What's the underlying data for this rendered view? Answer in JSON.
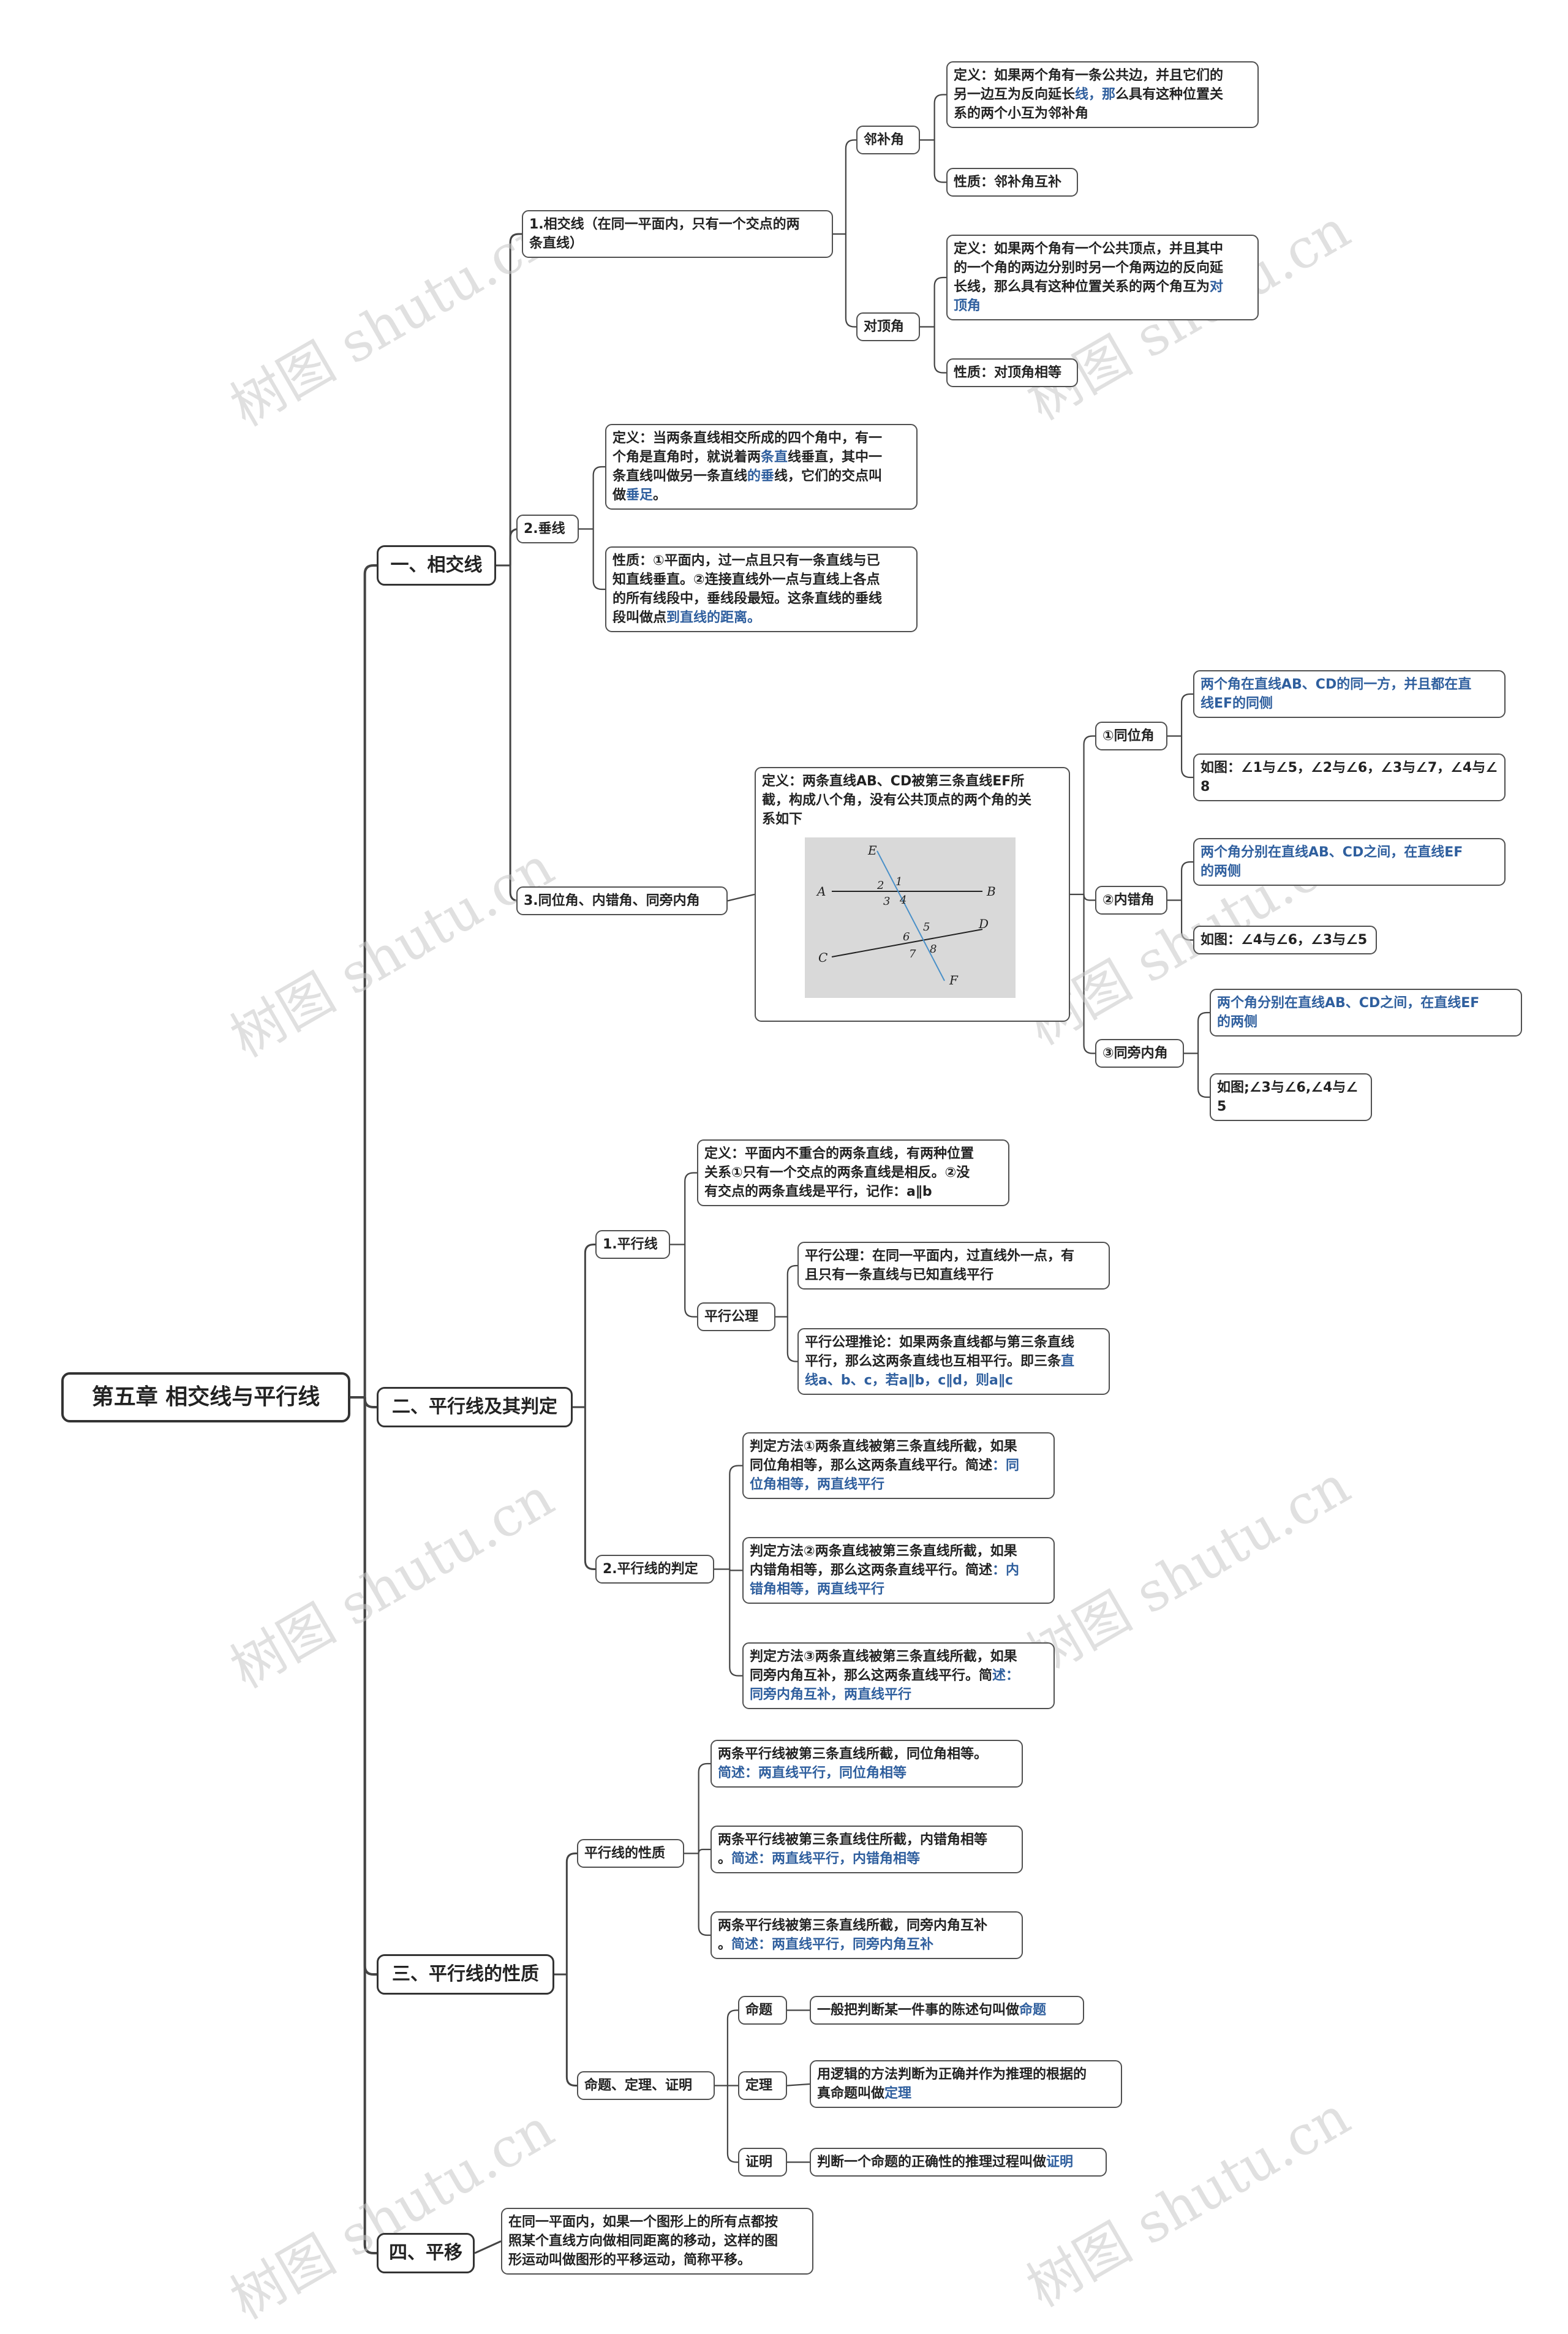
{
  "watermark": "树图 shutu.cn",
  "colors": {
    "line": "#444444",
    "accent_text": "#2f5f9e",
    "figure_bg": "#d9d9d9",
    "figure_line": "#4a90c8"
  },
  "nodes": {
    "root": [
      "第五章 相交线与平行线"
    ],
    "s1": [
      "一、相交线"
    ],
    "s2": [
      "二、平行线及其判定"
    ],
    "s3": [
      "三、平行线的性质"
    ],
    "s4": [
      "四、平移"
    ],
    "xjx": [
      "1.相交线（在同一平面内，只有一个交点的两",
      "条直线）"
    ],
    "lbj": [
      "邻补角"
    ],
    "lbj_def": [
      "定义：如果两个角有一条公共边，并且它们的",
      "另一边互为反向延长线，那么具有这种位置关",
      "系的两个小互为邻补角"
    ],
    "lbj_prop": [
      "性质：邻补角互补"
    ],
    "ddj": [
      "对顶角"
    ],
    "ddj_def": [
      "定义：如果两个角有一个公共顶点，并且其中",
      "的一个角的两边分别时另一个角两边的反向延",
      "长线，那么具有这种位置关系的两个角互为对",
      "顶角"
    ],
    "ddj_prop": [
      "性质：对顶角相等"
    ],
    "cx": [
      "2.垂线"
    ],
    "cx_def": [
      "定义：当两条直线相交所成的四个角中，有一",
      "个角是直角时，就说着两条直线垂直，其中一",
      "条直线叫做另一条直线的垂线，它们的交点叫",
      "做垂足。"
    ],
    "cx_prop": [
      "性质：①平面内，过一点且只有一条直线与已",
      "知直线垂直。②连接直线外一点与直线上各点",
      "的所有线段中，垂线段最短。这条直线的垂线",
      "段叫做点到直线的距离。"
    ],
    "angles": [
      "3.同位角、内错角、同旁内角"
    ],
    "angles_def": [
      "定义：两条直线AB、CD被第三条直线EF所",
      "截，构成八个角，没有公共顶点的两个角的关",
      "系如下"
    ],
    "twj": [
      "①同位角"
    ],
    "twj_def": [
      "两个角在直线AB、CD的同一方，并且都在直",
      "线EF的同侧"
    ],
    "twj_eg": [
      "如图：∠1与∠5，∠2与∠6，∠3与∠7，∠4与∠",
      "8"
    ],
    "ncj": [
      "②内错角"
    ],
    "ncj_def": [
      "两个角分别在直线AB、CD之间，在直线EF",
      "的两侧"
    ],
    "ncj_eg": [
      "如图：∠4与∠6，∠3与∠5"
    ],
    "tpnj": [
      "③同旁内角"
    ],
    "tpnj_def": [
      "两个角分别在直线AB、CD之间，在直线EF",
      "的两侧"
    ],
    "tpnj_eg": [
      "如图;∠3与∠6,∠4与∠5"
    ],
    "pxx": [
      "1.平行线"
    ],
    "pxx_def": [
      "定义：平面内不重合的两条直线，有两种位置",
      "关系①只有一个交点的两条直线是相反。②没",
      "有交点的两条直线是平行，记作：a∥b"
    ],
    "pxgl": [
      "平行公理"
    ],
    "pxgl_1": [
      "平行公理：在同一平面内，过直线外一点，有",
      "且只有一条直线与已知直线平行"
    ],
    "pxgl_2": [
      "平行公理推论：如果两条直线都与第三条直线",
      "平行，那么这两条直线也互相平行。即三条直",
      "线a、b、c，若a∥b，c∥d，则a∥c"
    ],
    "pd": [
      "2.平行线的判定"
    ],
    "pd_1": [
      "判定方法①两条直线被第三条直线所截，如果",
      "同位角相等，那么这两条直线平行。简述：同",
      "位角相等，两直线平行"
    ],
    "pd_2": [
      "判定方法②两条直线被第三条直线所截，如果",
      "内错角相等，那么这两条直线平行。简述：内",
      "错角相等，两直线平行"
    ],
    "pd_3": [
      "判定方法③两条直线被第三条直线所截，如果",
      "同旁内角互补，那么这两条直线平行。简述：",
      "同旁内角互补，两直线平行"
    ],
    "xz": [
      "平行线的性质"
    ],
    "xz_1": [
      "两条平行线被第三条直线所截，同位角相等。",
      "简述：两直线平行，同位角相等"
    ],
    "xz_2": [
      "两条平行线被第三条直线住所截，内错角相等",
      "。简述：两直线平行，内错角相等"
    ],
    "xz_3": [
      "两条平行线被第三条直线所截，同旁内角互补",
      "。简述：两直线平行，同旁内角互补"
    ],
    "mt": [
      "命题、定理、证明"
    ],
    "mt_a": [
      "命题"
    ],
    "mt_a_d": [
      "一般把判断某一件事的陈述句叫做命题"
    ],
    "mt_b": [
      "定理"
    ],
    "mt_b_d": [
      "用逻辑的方法判断为正确并作为推理的根据的",
      "真命题叫做定理"
    ],
    "mt_c": [
      "证明"
    ],
    "mt_c_d": [
      "判断一个命题的正确性的推理过程叫做证明"
    ],
    "py_d": [
      "在同一平面内，如果一个图形上的所有点都按",
      "照某个直线方向做相同距离的移动，这样的图",
      "形运动叫做图形的平移运动，简称平移。"
    ]
  },
  "highlights": {
    "lbj_def": [
      [
        2,
        9,
        12
      ]
    ],
    "lbj_prop": [
      [
        0,
        3,
        8
      ]
    ],
    "ddj_def": [
      [
        3,
        19,
        21
      ],
      [
        4,
        0,
        2
      ]
    ],
    "ddj_prop": [
      [
        0,
        3,
        8
      ]
    ],
    "cx_def": [
      [
        2,
        11,
        13
      ],
      [
        3,
        10,
        12
      ],
      [
        4,
        1,
        3
      ]
    ],
    "cx_prop": [
      [
        4,
        4,
        11
      ]
    ],
    "twj_def": [
      [
        1,
        0,
        21
      ],
      [
        2,
        0,
        6
      ]
    ],
    "ncj_def": [
      [
        1,
        0,
        21
      ],
      [
        2,
        0,
        3
      ]
    ],
    "tpnj_def": [
      [
        1,
        0,
        21
      ],
      [
        2,
        0,
        3
      ]
    ],
    "pxgl_2": [
      [
        2,
        19,
        22
      ],
      [
        3,
        0,
        24
      ]
    ],
    "pd_1": [
      [
        2,
        18,
        22
      ],
      [
        3,
        0,
        10
      ]
    ],
    "pd_2": [
      [
        2,
        18,
        22
      ],
      [
        3,
        0,
        10
      ]
    ],
    "pd_3": [
      [
        2,
        18,
        21
      ],
      [
        3,
        0,
        12
      ]
    ],
    "xz_1": [
      [
        2,
        0,
        14
      ]
    ],
    "xz_2": [
      [
        2,
        1,
        15
      ]
    ],
    "xz_3": [
      [
        2,
        1,
        16
      ]
    ],
    "mt_a_d": [
      [
        1,
        15,
        17
      ]
    ],
    "mt_b_d": [
      [
        2,
        5,
        7
      ]
    ],
    "mt_c_d": [
      [
        1,
        17,
        19
      ]
    ]
  },
  "figure": {
    "labels": {
      "e": "E",
      "a": "A",
      "b": "B",
      "c": "C",
      "d": "D",
      "f": "F",
      "n1": "1",
      "n2": "2",
      "n3": "3",
      "n4": "4",
      "n5": "5",
      "n6": "6",
      "n7": "7",
      "n8": "8"
    }
  }
}
